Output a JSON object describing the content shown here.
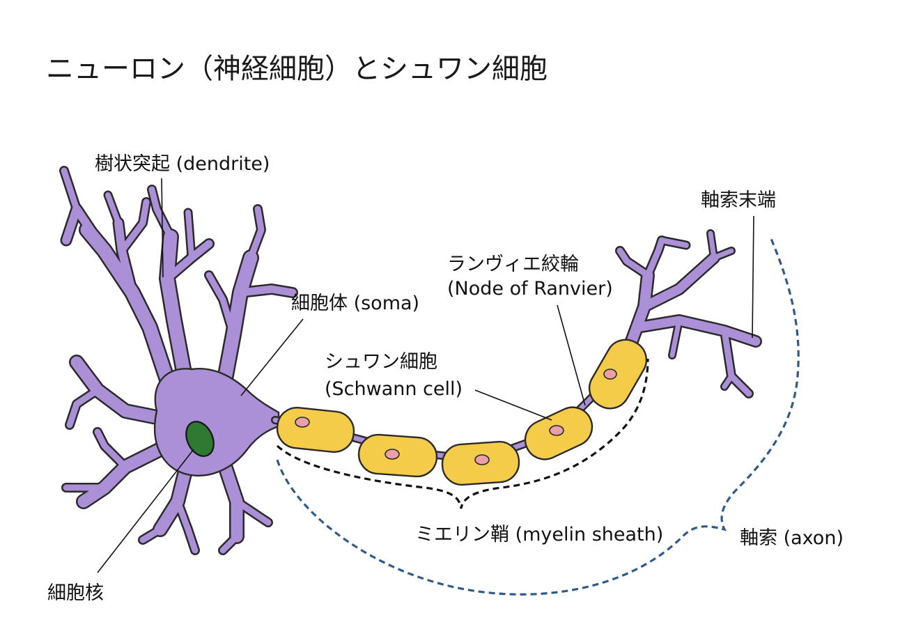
{
  "title": "ニューロン（神経細胞）とシュワン細胞",
  "labels": {
    "dendrite": "樹状突起 (dendrite)",
    "soma": "細胞体 (soma)",
    "nucleus": "細胞核",
    "ranvier_jp": "ランヴィエ絞輪",
    "ranvier_en": "(Node of Ranvier)",
    "schwann_jp": "シュワン細胞",
    "schwann_en": "(Schwann cell)",
    "axon_terminal": "軸索末端",
    "myelin": "ミエリン鞘 (myelin sheath)",
    "axon": "軸索 (axon)"
  },
  "colors": {
    "neuron": "#ab90d8",
    "schwann_cell": "#f5cc4a",
    "schwann_nucleus": "#eaa0a8",
    "cell_nucleus": "#2f7a32",
    "axon_bracket": "#2e5a8a",
    "myelin_bracket": "#111111"
  }
}
